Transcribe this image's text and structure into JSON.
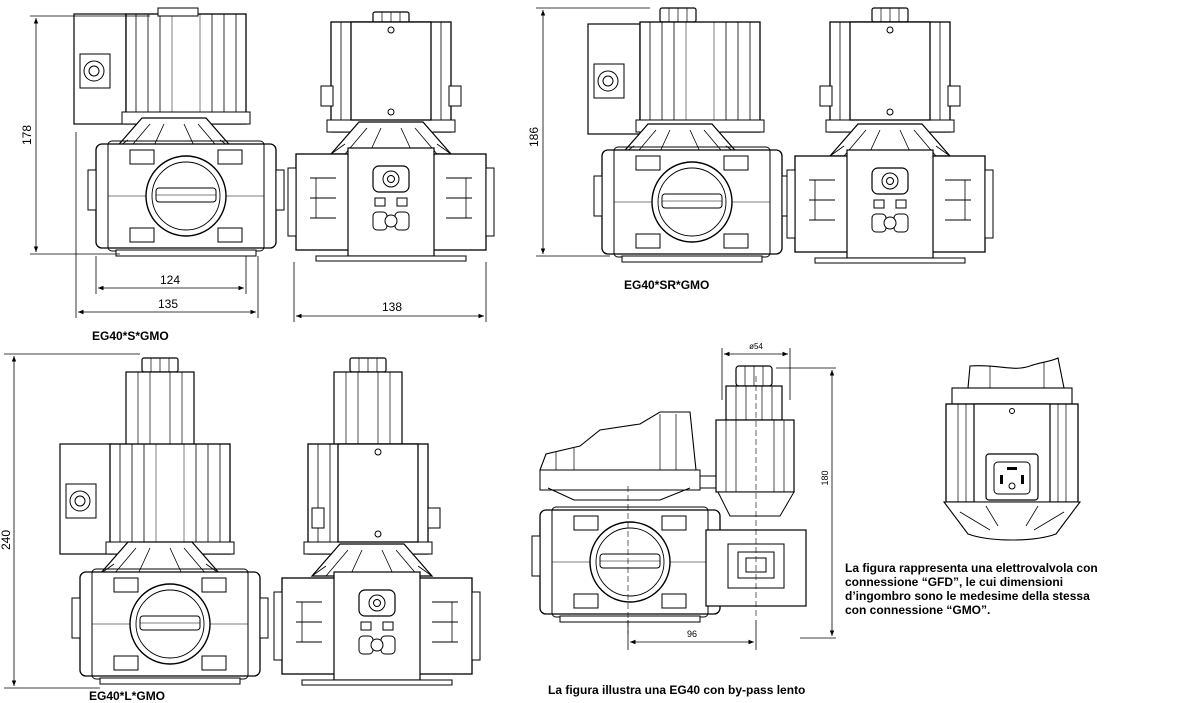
{
  "figures": {
    "s": {
      "caption": "EG40*S*GMO",
      "dim_height": "178",
      "dim_width_a": "124",
      "dim_width_b": "135",
      "dim_width_side": "138"
    },
    "sr": {
      "caption": "EG40*SR*GMO",
      "dim_height": "186"
    },
    "l": {
      "caption": "EG40*L*GMO",
      "dim_height": "240"
    },
    "bypass": {
      "caption": "La figura illustra una EG40 con by-pass lento",
      "dim_diameter": "ø54",
      "dim_height": "180",
      "dim_offset": "96"
    },
    "gfd": {
      "note_lines": [
        "La figura rappresenta una elettrovalvola con",
        "connessione “GFD”, le cui dimensioni",
        "d’ingombro sono le medesime della stessa",
        "con connessione “GMO”."
      ]
    }
  },
  "colors": {
    "line": "#000000",
    "background": "#ffffff"
  }
}
